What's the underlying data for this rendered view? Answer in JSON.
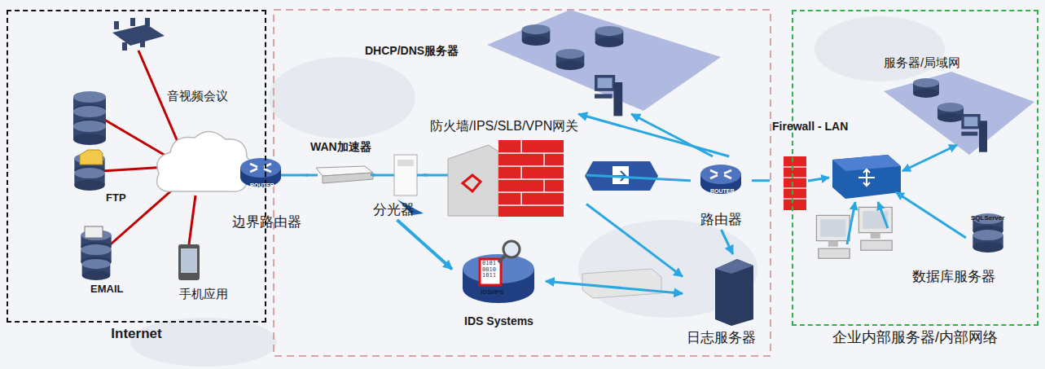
{
  "diagram": {
    "nodes": [
      {
        "text": [
          "Internet"
        ]
      },
      {
        "text": [
          "音视频会议"
        ],
        "in": 0
      },
      {
        "text": [
          "FTP"
        ],
        "in": 0
      },
      {
        "text": [
          "EMAIL"
        ],
        "in": 0
      },
      {
        "text": [
          "手机应用"
        ],
        "in": 0
      },
      {
        "text": [
          "边界路由器"
        ]
      },
      {
        "text": [
          "WAN加速器"
        ]
      },
      {
        "text": [
          "分光器"
        ]
      },
      {
        "text": [
          "防火墙/IPS/SLB/VPN网关"
        ]
      },
      {
        "text": [
          "DHCP/DNS服务器"
        ]
      },
      {
        "text": [
          "路由器"
        ]
      },
      {
        "text": [
          "IDS Systems"
        ]
      },
      {
        "text": [
          "日志服务器"
        ]
      },
      {
        "text": [
          "企业内部服务器/内部网络"
        ]
      },
      {
        "text": [
          "Firewall - LAN"
        ]
      },
      {
        "text": [
          "服务器/局域网"
        ],
        "in": 13
      },
      {
        "text": [
          "数据库服务器"
        ],
        "in": 13
      }
    ],
    "edges": [
      {
        "from": 5,
        "to": 6,
        "arrow": "none"
      },
      {
        "from": 6,
        "to": 7,
        "arrow": "none"
      },
      {
        "from": 7,
        "to": 8,
        "arrow": "none"
      },
      {
        "from": 7,
        "to": 11,
        "arrow": "to"
      },
      {
        "from": 8,
        "to": 10,
        "arrow": "none"
      },
      {
        "from": 8,
        "to": 12,
        "arrow": "to"
      },
      {
        "from": 10,
        "to": 9,
        "arrow": "to"
      },
      {
        "from": 10,
        "to": 9,
        "arrow": "to"
      },
      {
        "from": 10,
        "to": 12,
        "arrow": "to"
      },
      {
        "from": 11,
        "to": 12,
        "arrow": "both"
      },
      {
        "from": 10,
        "to": 14,
        "arrow": "none"
      }
    ],
    "labels": [
      "ROUTER",
      "0101 0010 1011",
      "IDS/IPS",
      "ROUTER",
      "SQLServer"
    ]
  }
}
